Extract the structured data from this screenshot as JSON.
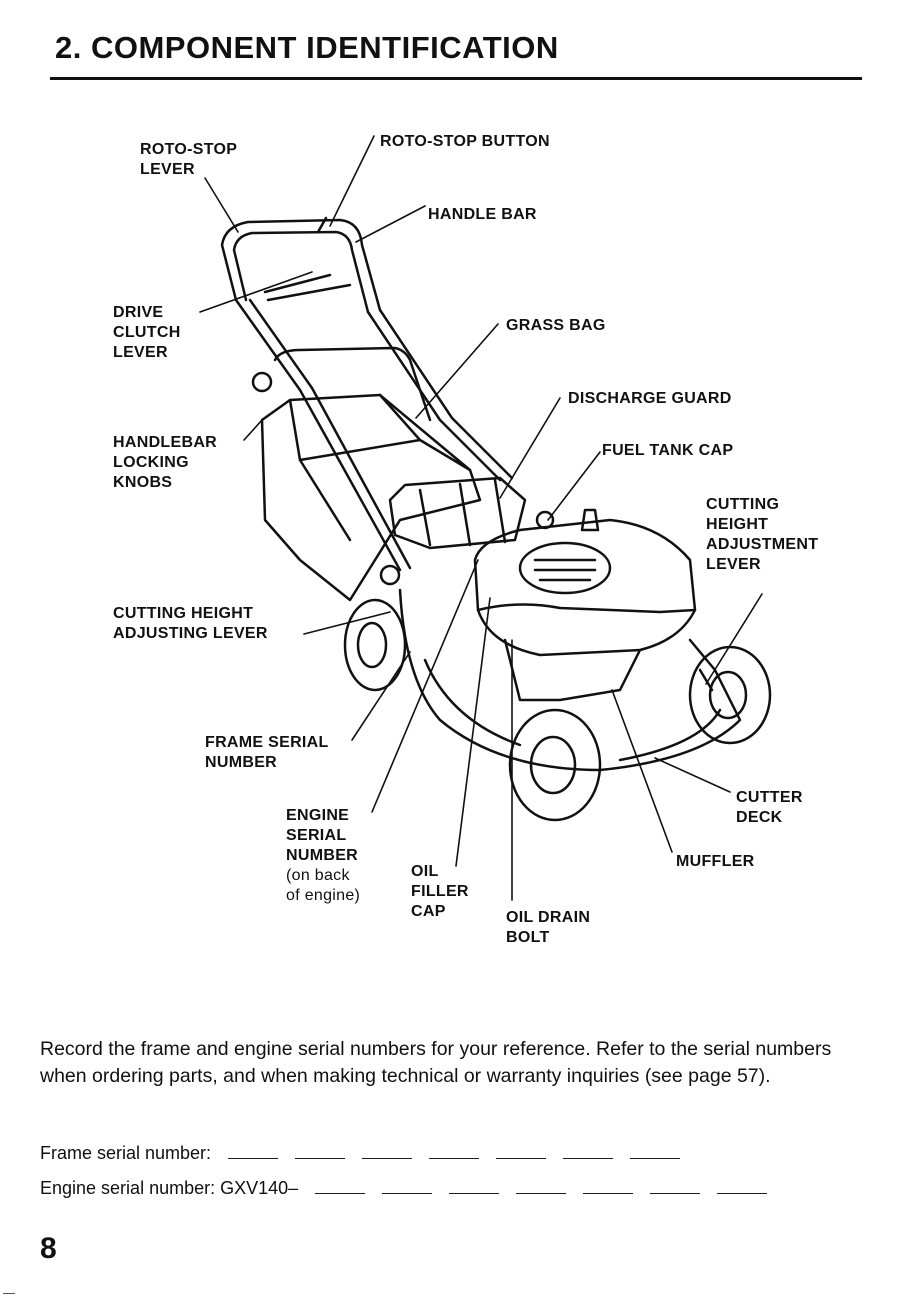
{
  "header": {
    "title": "2. COMPONENT IDENTIFICATION"
  },
  "labels": {
    "roto_stop_lever": [
      "ROTO-STOP",
      "LEVER"
    ],
    "roto_stop_button": "ROTO-STOP BUTTON",
    "handle_bar": "HANDLE BAR",
    "drive_clutch_lever": [
      "DRIVE",
      "CLUTCH",
      "LEVER"
    ],
    "grass_bag": "GRASS BAG",
    "discharge_guard": "DISCHARGE GUARD",
    "handlebar_locking_knobs": [
      "HANDLEBAR",
      "LOCKING",
      "KNOBS"
    ],
    "fuel_tank_cap": "FUEL TANK CAP",
    "cutting_height_adjustment_lever": [
      "CUTTING",
      "HEIGHT",
      "ADJUSTMENT",
      "LEVER"
    ],
    "cutting_height_adjusting_lever": [
      "CUTTING HEIGHT",
      "ADJUSTING LEVER"
    ],
    "frame_serial_number": [
      "FRAME SERIAL",
      "NUMBER"
    ],
    "cutter_deck": [
      "CUTTER",
      "DECK"
    ],
    "engine_serial_number": [
      "ENGINE",
      "SERIAL",
      "NUMBER",
      "(on back",
      "of engine)"
    ],
    "oil_filler_cap": [
      "OIL",
      "FILLER",
      "CAP"
    ],
    "oil_drain_bolt": [
      "OIL DRAIN",
      "BOLT"
    ],
    "muffler": "MUFFLER"
  },
  "body": {
    "text": "Record the frame and engine serial numbers for your reference. Refer to the serial numbers when ordering parts, and when making technical or warranty inquiries (see page 57).",
    "frame_serial_label": "Frame serial number:",
    "engine_serial_label": "Engine serial number: GXV140–"
  },
  "footer": {
    "page_number": "8"
  }
}
